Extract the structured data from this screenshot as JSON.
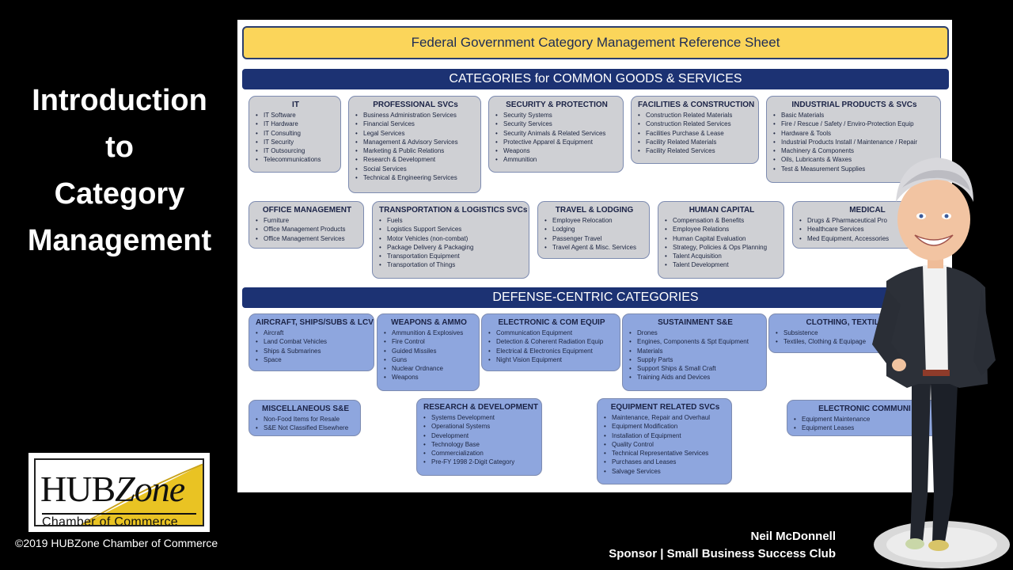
{
  "intro": {
    "lines": [
      "Introduction",
      "to",
      "Category",
      "Management"
    ]
  },
  "logo": {
    "main_prefix": "HUB",
    "main_suffix": "Zone",
    "sub": "Chamber of Commerce"
  },
  "copyright": "©2019 HUBZone Chamber of Commerce",
  "sheet": {
    "title": "Federal Government Category Management Reference Sheet",
    "section_common": "CATEGORIES for COMMON GOODS & SERVICES",
    "section_defense": "DEFENSE-CENTRIC CATEGORIES",
    "categories": [
      {
        "title": "IT",
        "items": [
          "IT Software",
          "IT Hardware",
          "IT Consulting",
          "IT Security",
          "IT Outsourcing",
          "Telecommunications"
        ]
      },
      {
        "title": "PROFESSIONAL SVCs",
        "items": [
          "Business Administration Services",
          "Financial Services",
          "Legal Services",
          "Management & Advisory Services",
          "Marketing & Public Relations",
          "Research & Development",
          "Social Services",
          "Technical & Engineering Services"
        ]
      },
      {
        "title": "SECURITY & PROTECTION",
        "items": [
          "Security Systems",
          "Security Services",
          "Security Animals & Related Services",
          "Protective Apparel & Equipment",
          "Weapons",
          "Ammunition"
        ]
      },
      {
        "title": "FACILITIES & CONSTRUCTION",
        "items": [
          "Construction Related Materials",
          "Construction Related Services",
          "Facilities Purchase & Lease",
          "Facility Related Materials",
          "Facility Related Services"
        ]
      },
      {
        "title": "INDUSTRIAL PRODUCTS & SVCs",
        "items": [
          "Basic Materials",
          "Fire / Rescue / Safety / Enviro-Protection Equip",
          "Hardware & Tools",
          "Industrial Products Install / Maintenance / Repair",
          "Machinery & Components",
          "Oils, Lubricants & Waxes",
          "Test & Measurement Supplies"
        ]
      },
      {
        "title": "OFFICE MANAGEMENT",
        "items": [
          "Furniture",
          "Office Management Products",
          "Office Management Services"
        ]
      },
      {
        "title": "TRANSPORTATION & LOGISTICS SVCs",
        "items": [
          "Fuels",
          "Logistics Support Services",
          "Motor Vehicles (non-combat)",
          "Package Delivery & Packaging",
          "Transportation Equipment",
          "Transportation of Things"
        ]
      },
      {
        "title": "TRAVEL & LODGING",
        "items": [
          "Employee Relocation",
          "Lodging",
          "Passenger Travel",
          "Travel Agent & Misc. Services"
        ]
      },
      {
        "title": "HUMAN CAPITAL",
        "items": [
          "Compensation & Benefits",
          "Employee Relations",
          "Human Capital Evaluation",
          "Strategy, Policies & Ops Planning",
          "Talent Acquisition",
          "Talent Development"
        ]
      },
      {
        "title": "MEDICAL",
        "items": [
          "Drugs & Pharmaceutical Pro",
          "Healthcare Services",
          "Med Equipment, Accessories"
        ]
      }
    ],
    "defense": [
      {
        "title": "AIRCRAFT, SHIPS/SUBS & LCV",
        "items": [
          "Aircraft",
          "Land Combat Vehicles",
          "Ships & Submarines",
          "Space"
        ]
      },
      {
        "title": "WEAPONS & AMMO",
        "items": [
          "Ammunition & Explosives",
          "Fire Control",
          "Guided Missiles",
          "Guns",
          "Nuclear Ordnance",
          "Weapons"
        ]
      },
      {
        "title": "ELECTRONIC & COM EQUIP",
        "items": [
          "Communication Equipment",
          "Detection & Coherent Radiation Equip",
          "Electrical & Electronics Equipment",
          "Night Vision Equipment"
        ]
      },
      {
        "title": "SUSTAINMENT S&E",
        "items": [
          "Drones",
          "Engines, Components & Spt Equipment",
          "Materials",
          "Supply Parts",
          "Support Ships & Small Craft",
          "Training Aids and Devices"
        ]
      },
      {
        "title": "CLOTHING, TEXTILES & S",
        "items": [
          "Subsistence",
          "Textiles, Clothing & Equipage"
        ]
      },
      {
        "title": "MISCELLANEOUS S&E",
        "items": [
          "Non-Food Items for Resale",
          "S&E Not Classified Elsewhere"
        ]
      },
      {
        "title": "RESEARCH & DEVELOPMENT",
        "items": [
          "Systems Development",
          "Operational Systems",
          "Development",
          "Technology Base",
          "Commercialization",
          "Pre-FY 1998 2-Digit Category"
        ]
      },
      {
        "title": "EQUIPMENT RELATED SVCs",
        "items": [
          "Maintenance, Repair and Overhaul",
          "Equipment Modification",
          "Installation of Equipment",
          "Quality Control",
          "Technical Representative Services",
          "Purchases and Leases",
          "Salvage Services"
        ]
      },
      {
        "title": "ELECTRONIC COMMUNI",
        "items": [
          "Equipment Maintenance",
          "Equipment Leases"
        ]
      }
    ]
  },
  "sponsor": {
    "name": "Neil McDonnell",
    "role": "Sponsor | Small Business Success Club"
  }
}
